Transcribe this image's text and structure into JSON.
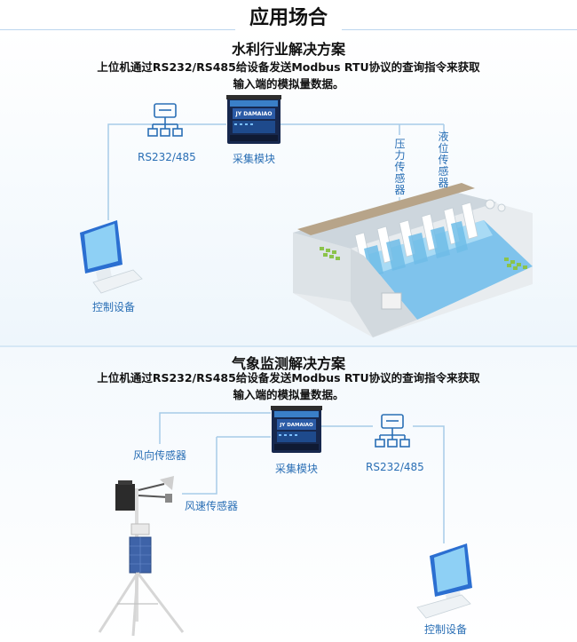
{
  "header": {
    "title": "应用场合"
  },
  "sections": [
    {
      "title": "水利行业解决方案",
      "desc_line1": "上位机通过RS232/RS485给设备发送Modbus RTU协议的查询指令来获取",
      "desc_line2": "输入端的模拟量数据。",
      "labels": {
        "network": "RS232/485",
        "module": "采集模块",
        "pressure_sensor": "压力传感器",
        "level_sensor": "液位传感器",
        "control": "控制设备"
      }
    },
    {
      "title": "气象监测解决方案",
      "desc_line1": "上位机通过RS232/RS485给设备发送Modbus RTU协议的查询指令来获取",
      "desc_line2": "输入端的模拟量数据。",
      "labels": {
        "wind_dir": "风向传感器",
        "wind_speed": "风速传感器",
        "module": "采集模块",
        "network": "RS232/485",
        "control": "控制设备"
      }
    }
  ],
  "module_brand": "JY DAMAIAO",
  "colors": {
    "accent": "#2a6fb5",
    "line": "#9fc6e6",
    "module": "#1f3f78"
  }
}
